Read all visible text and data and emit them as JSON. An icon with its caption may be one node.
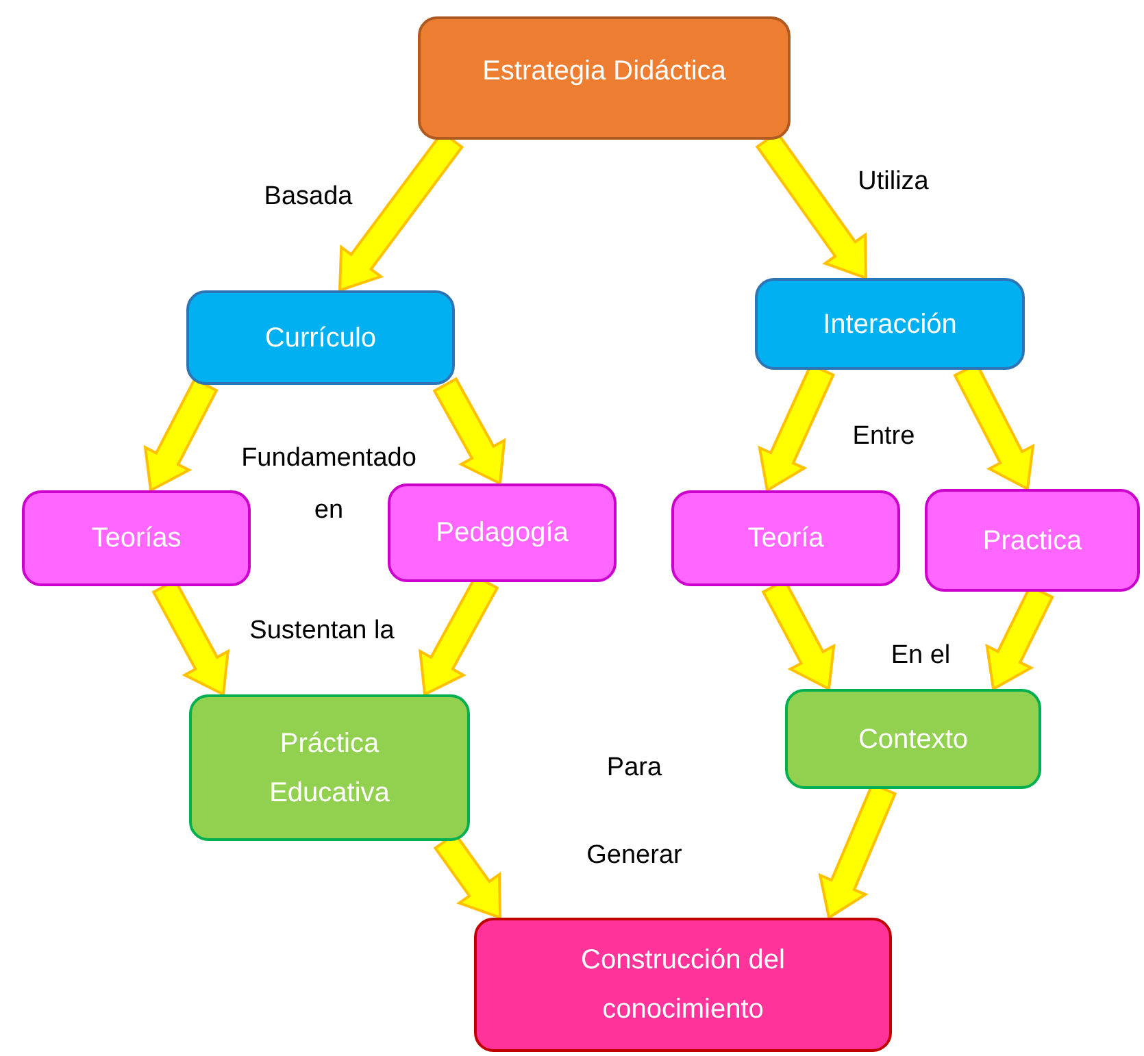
{
  "diagram": {
    "nodes": [
      {
        "text": [
          "Estrategia Didáctica"
        ]
      },
      {
        "text": [
          "Currículo"
        ]
      },
      {
        "text": [
          "Interacción"
        ]
      },
      {
        "text": [
          "Teorías"
        ]
      },
      {
        "text": [
          "Pedagogía"
        ]
      },
      {
        "text": [
          "Teoría"
        ]
      },
      {
        "text": [
          "Practica"
        ]
      },
      {
        "text": [
          "Práctica Educativa"
        ]
      },
      {
        "text": [
          "Contexto"
        ]
      },
      {
        "text": [
          "Construcción del conocimiento"
        ]
      }
    ],
    "edges": [
      {
        "from": 0,
        "to": 1,
        "arrow": "to"
      },
      {
        "from": 0,
        "to": 2,
        "arrow": "to"
      },
      {
        "from": 1,
        "to": 3,
        "arrow": "to"
      },
      {
        "from": 1,
        "to": 4,
        "arrow": "to"
      },
      {
        "from": 2,
        "to": 5,
        "arrow": "to"
      },
      {
        "from": 2,
        "to": 6,
        "arrow": "to"
      },
      {
        "from": 3,
        "to": 7,
        "arrow": "to"
      },
      {
        "from": 4,
        "to": 7,
        "arrow": "to"
      },
      {
        "from": 5,
        "to": 8,
        "arrow": "to"
      },
      {
        "from": 6,
        "to": 8,
        "arrow": "to"
      },
      {
        "from": 7,
        "to": 9,
        "arrow": "to"
      },
      {
        "from": 8,
        "to": 9,
        "arrow": "to"
      }
    ],
    "labels": [
      "Basada",
      "Utiliza",
      "Fundamentado en",
      "Entre",
      "Sustentan la",
      "En el",
      "Para",
      "Generar"
    ]
  }
}
